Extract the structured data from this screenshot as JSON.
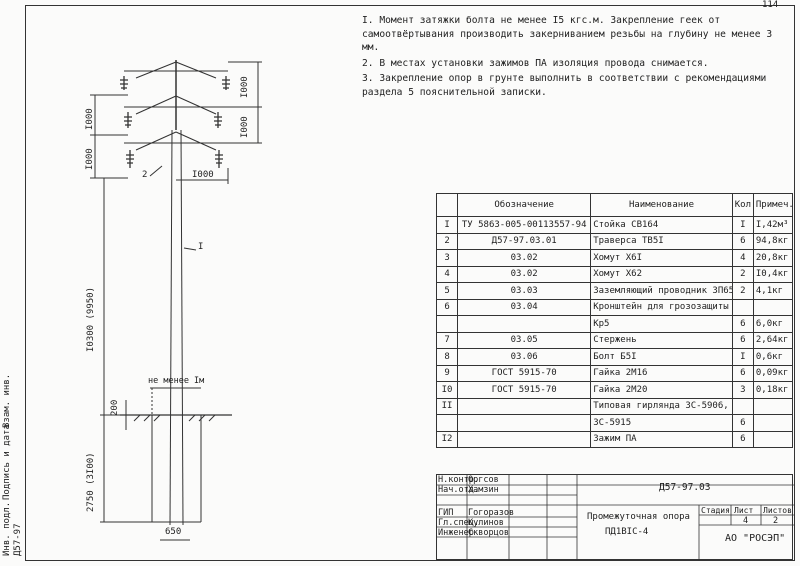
{
  "sheet_number": "114",
  "notes": [
    "I. Момент затяжки болта не менее I5 кгс.м. Закрепление геек от самоотвёртывания производить закерниванием резьбы на глубину не менее 3 мм.",
    "2. В местах установки зажимов ПА изоляция провода снимается.",
    "3. Закрепление опор в грунте выполнить в соответствии с рекомендациями раздела 5 пояснительной записки."
  ],
  "spec_table": {
    "headers": [
      "",
      "Обозначение",
      "Наименование",
      "Кол.",
      "Примеч."
    ],
    "rows": [
      [
        "I",
        "ТУ 5863-005-00113557-94",
        "Стойка СВ164",
        "I",
        "I,42м³"
      ],
      [
        "2",
        "Д57-97.03.01",
        "Траверса ТВ5I",
        "6",
        "94,8кг"
      ],
      [
        "3",
        "03.02",
        "Хомут Х6I",
        "4",
        "20,8кг"
      ],
      [
        "4",
        "03.02",
        "Хомут Х62",
        "2",
        "I0,4кг"
      ],
      [
        "5",
        "03.03",
        "Заземляющий проводник ЗП65",
        "2",
        "4,1кг"
      ],
      [
        "6",
        "03.04",
        "Кронштейн для грозозащиты",
        "",
        ""
      ],
      [
        "",
        "",
        "Кр5",
        "6",
        "6,0кг"
      ],
      [
        "7",
        "03.05",
        "Стержень",
        "6",
        "2,64кг"
      ],
      [
        "8",
        "03.06",
        "Болт Б5I",
        "I",
        "0,6кг"
      ],
      [
        "9",
        "ГОСТ 5915-70",
        "Гайка 2М16",
        "6",
        "0,09кг"
      ],
      [
        "I0",
        "ГОСТ 5915-70",
        "Гайка 2М20",
        "3",
        "0,18кг"
      ],
      [
        "II",
        "",
        "Типовая гирлянда ЗС-5906,",
        "",
        ""
      ],
      [
        "",
        "",
        "ЗС-5915",
        "6",
        ""
      ],
      [
        "I2",
        "",
        "Зажим ПА",
        "6",
        ""
      ]
    ]
  },
  "drawing": {
    "dim_1000_a": "I000",
    "dim_1000_b": "I000",
    "dim_1000_c": "I000",
    "dim_1000_d": "I000",
    "dim_1000_e": "I000",
    "dim_10300": "I0300 (9950)",
    "dim_2750": "2750 (3I00)",
    "dim_200": "200",
    "dim_650": "650",
    "label_min_depth": "не менее Iм",
    "callout_1": "I",
    "callout_2": "2"
  },
  "sidebar_labels": [
    "Инв. подл.",
    "Подпись и дата",
    "Взам. инв."
  ],
  "sidebar_code": "Д57-97",
  "title_block": {
    "doc_code": "Д57-97.03",
    "title_line1": "Промежуточная опора",
    "title_line2": "ПД1ВIC-4",
    "stage_header": "Стадия",
    "sheet_header": "Лист",
    "sheets_header": "Листов",
    "sheet_value": "4",
    "sheets_value": "2",
    "org": "АО \"РОСЭП\"",
    "people": [
      [
        "Н.контр.",
        "Оргсов"
      ],
      [
        "Нач.отд.",
        "Хамзин"
      ],
      [
        "ГИП",
        "Гогоразов"
      ],
      [
        "Гл.спец.",
        "Кулинов"
      ],
      [
        "Инженер",
        "Скворцов"
      ]
    ]
  }
}
